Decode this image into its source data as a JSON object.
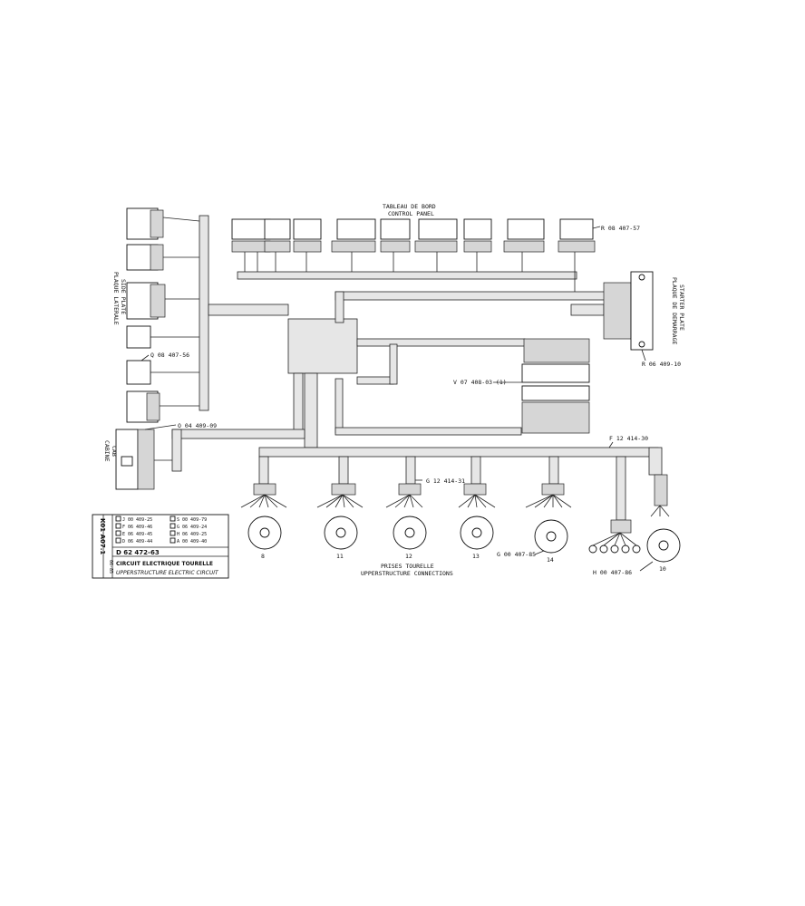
{
  "control_panel": {
    "label_fr": "TABLEAU DE BORD",
    "label_en": "CONTROL PANEL"
  },
  "side_plate": {
    "label_fr": "PLAQUE LATERALE",
    "label_en": "SIDE PLATE"
  },
  "starter_plate": {
    "label_fr": "PLAQUE DE DEMARRAGE",
    "label_en": "STARTER PLATE"
  },
  "cab": {
    "label_fr": "CABINE",
    "label_en": "CAB"
  },
  "sockets": {
    "label_fr": "PRISES TOURELLE",
    "label_en": "UPPERSTRUCTURE CONNECTIONS",
    "numbers": [
      "8",
      "11",
      "12",
      "13",
      "14",
      "10"
    ]
  },
  "callouts": {
    "r08": "R 08 407-57",
    "r06": "R 06 409-10",
    "q08": "Q 08 407-56",
    "o04": "O 04 409-09",
    "v07": "V 07 408-03 (1)",
    "f12": "F 12 414-30",
    "g12": "G 12 414-31",
    "g00": "G 00 407-85",
    "h00": "H 00 407-86"
  },
  "legend": [
    {
      "left": "J 00 409-25",
      "right": "S 00 409-79"
    },
    {
      "left": "F 06 409-46",
      "right": "G 06 409-24"
    },
    {
      "left": "E 06 409-45",
      "right": "H 06 409-25"
    },
    {
      "left": "D 06 409-44",
      "right": "A 00 409-40"
    }
  ],
  "title_block": {
    "code_vertical": "K01 A07.1",
    "date_vertical": "06-85",
    "part_number": "D 62 472-63",
    "title_fr": "CIRCUIT ELECTRIQUE TOURELLE",
    "title_en": "UPPERSTRUCTURE ELECTRIC CIRCUIT"
  }
}
